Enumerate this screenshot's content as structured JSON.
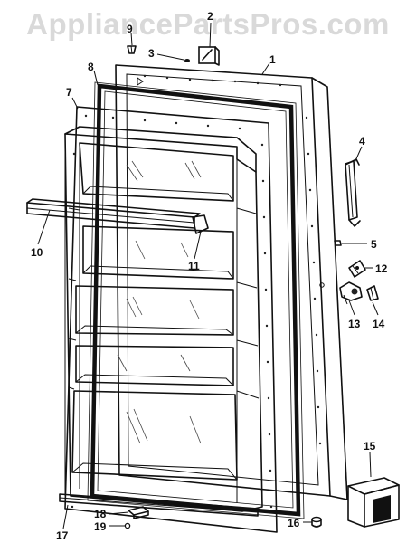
{
  "watermark": "AppliancePartsPros.com",
  "callouts": [
    {
      "id": "c1",
      "label": "1"
    },
    {
      "id": "c2",
      "label": "2"
    },
    {
      "id": "c3",
      "label": "3"
    },
    {
      "id": "c4",
      "label": "4"
    },
    {
      "id": "c5",
      "label": "5"
    },
    {
      "id": "c7",
      "label": "7"
    },
    {
      "id": "c8",
      "label": "8"
    },
    {
      "id": "c9",
      "label": "9"
    },
    {
      "id": "c10",
      "label": "10"
    },
    {
      "id": "c11",
      "label": "11"
    },
    {
      "id": "c12",
      "label": "12"
    },
    {
      "id": "c13",
      "label": "13"
    },
    {
      "id": "c14",
      "label": "14"
    },
    {
      "id": "c15",
      "label": "15"
    },
    {
      "id": "c16",
      "label": "16"
    },
    {
      "id": "c17",
      "label": "17"
    },
    {
      "id": "c18",
      "label": "18"
    },
    {
      "id": "c19",
      "label": "19"
    }
  ]
}
